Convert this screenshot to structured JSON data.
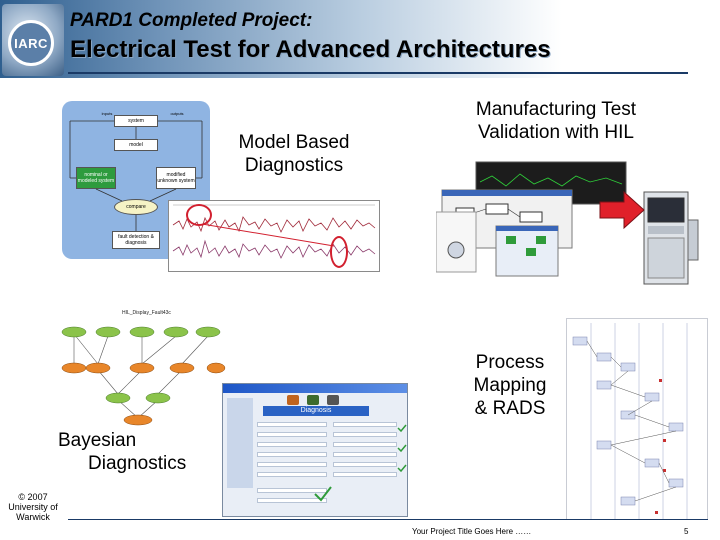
{
  "header": {
    "logo_text": "IARC",
    "title_line1": "PARD1 Completed Project:",
    "title_line2": "Electrical Test for Advanced Architectures"
  },
  "sections": {
    "model_based": {
      "line1": "Model Based",
      "line2": "Diagnostics"
    },
    "manufacturing": {
      "line1": "Manufacturing Test",
      "line2": "Validation with HIL"
    },
    "process_mapping": {
      "line1": "Process",
      "line2": "Mapping",
      "line3": "& RADS"
    },
    "bayesian": {
      "line1": "Bayesian",
      "line2": "Diagnostics"
    }
  },
  "diagnostics_panel": {
    "inputs": "inputs",
    "outputs": "outputs",
    "system": "system",
    "model": "model",
    "nominal": "nominal or modeled system",
    "modified": "modified unknown system",
    "compare": "compare",
    "fault_detection": "fault detection & diagnosis"
  },
  "bayes_net": {
    "title": "HIL_Display_Fault43c"
  },
  "diagnosis_window": {
    "banner": "Diagnosis"
  },
  "footer": {
    "copyright_line1": "© 2007",
    "copyright_line2": "University of",
    "copyright_line3": "Warwick",
    "project_title": "Your Project Title Goes Here ……",
    "page_number": "5"
  },
  "colors": {
    "header_dark": "#2f5f8f",
    "callout_red": "#d2202f",
    "arrow_red": "#e0202a",
    "diagram_blue": "#8fb4e2",
    "node_orange": "#e8862a",
    "node_green": "#8bc34a"
  }
}
